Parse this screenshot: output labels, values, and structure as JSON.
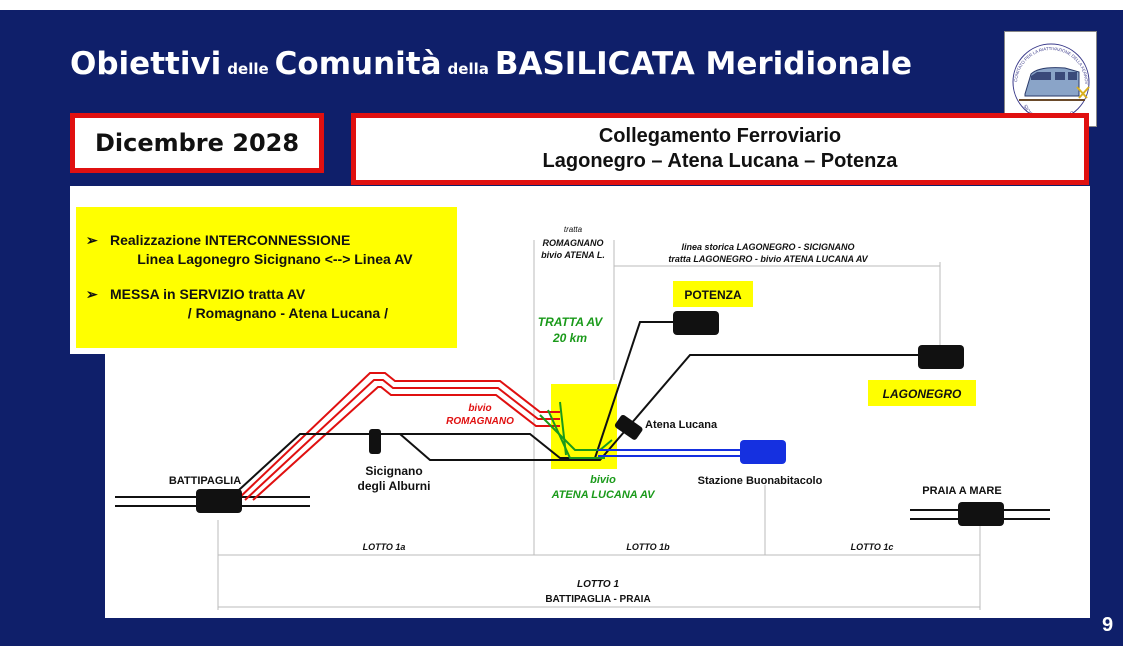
{
  "title": {
    "part1": "Obiettivi",
    "part2": "delle",
    "part3": "Comunità",
    "part4": "della",
    "part5": "BASILICATA Meridionale"
  },
  "date_box": "Dicembre 2028",
  "header_box": {
    "line1": "Collegamento Ferroviario",
    "line2": "Lagonegro – Atena Lucana –  Potenza"
  },
  "logo": {
    "top_text": "COMITATO PER LA RIATTIVAZIONE DELLA FERROVIA",
    "bottom_text": "SICIGNANO LAGONEGRO"
  },
  "objectives": [
    {
      "bullet": "➢",
      "text": "Realizzazione INTERCONNESSIONE\n       Linea Lagonegro Sicignano <--> Linea AV"
    },
    {
      "bullet": "➢",
      "text": "MESSA in SERVIZIO tratta AV\n                    / Romagnano - Atena Lucana /"
    }
  ],
  "diagram": {
    "tratta_label": "tratta",
    "tratta_romagnano": "ROMAGNANO",
    "tratta_bivio": "bivio ATENA  L.",
    "linea_storica_1": "linea storica LAGONEGRO  - SICIGNANO",
    "linea_storica_2": "tratta  LAGONEGRO - bivio ATENA LUCANA AV",
    "tratta_av_1": "TRATTA AV",
    "tratta_av_2": "20 km",
    "potenza": "POTENZA",
    "lagonegro": "LAGONEGRO",
    "battipaglia": "BATTIPAGLIA",
    "sicignano_1": "Sicignano",
    "sicignano_2": "degli Alburni",
    "bivio_romagnano_1": "bivio",
    "bivio_romagnano_2": "ROMAGNANO",
    "atena_lucana": "Atena Lucana",
    "bivio_atena_1": "bivio",
    "bivio_atena_2": "ATENA LUCANA AV",
    "buonabitacolo": "Stazione Buonabitacolo",
    "praia": "PRAIA A MARE",
    "lotto_1a": "LOTTO  1a",
    "lotto_1b": "LOTTO  1b",
    "lotto_1c": "LOTTO  1c",
    "lotto_1": "LOTTO 1",
    "lotto_1_sub": "BATTIPAGLIA - PRAIA",
    "colors": {
      "av_line": "#e01010",
      "av_green": "#1a9a1a",
      "storica_line": "#111111",
      "buonabitacolo_line": "#1530e0",
      "highlight": "#ffff00"
    }
  },
  "page_number": "9"
}
